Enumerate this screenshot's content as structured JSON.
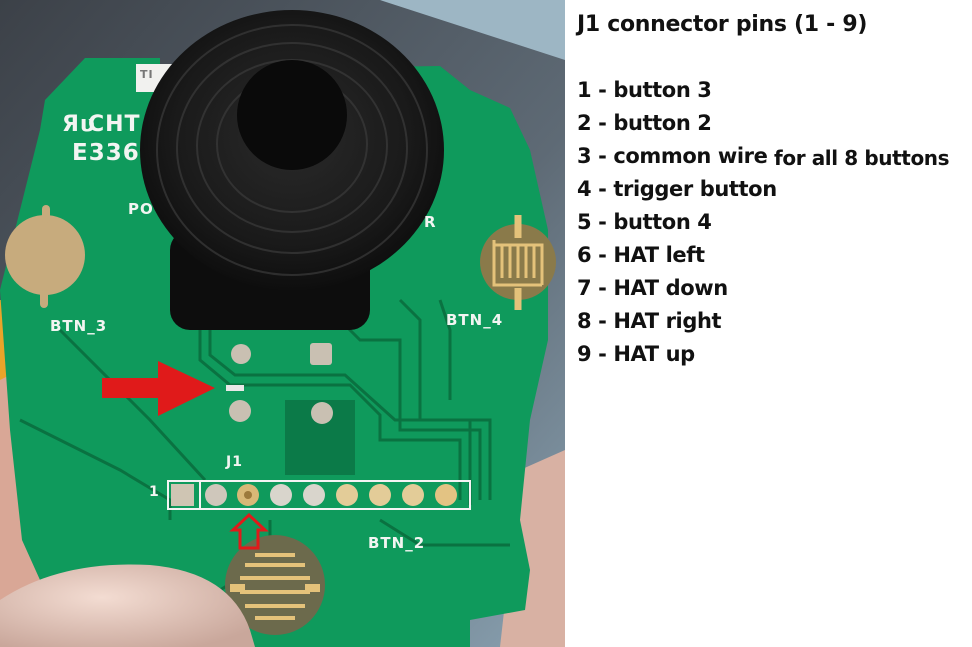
{
  "annotation_panel": {
    "title": "J1 connector pins (1 - 9)",
    "pins": [
      {
        "number": "1",
        "label": "1 - button 3",
        "extra": ""
      },
      {
        "number": "2",
        "label": "2 - button 2",
        "extra": ""
      },
      {
        "number": "3",
        "label": "3 - common wire",
        "extra": " for all 8 buttons"
      },
      {
        "number": "4",
        "label": "4 - trigger button",
        "extra": ""
      },
      {
        "number": "5",
        "label": "5 - button 4",
        "extra": ""
      },
      {
        "number": "6",
        "label": "6 - HAT left",
        "extra": ""
      },
      {
        "number": "7",
        "label": "7 - HAT down",
        "extra": ""
      },
      {
        "number": "8",
        "label": "8 - HAT right",
        "extra": ""
      },
      {
        "number": "9",
        "label": "9 - HAT up",
        "extra": ""
      }
    ]
  },
  "pcb_photo": {
    "silkscreen": {
      "ul_mark": "Яυ",
      "cht": "CHT",
      "e_code": "E336",
      "po": "PO",
      "r": "R",
      "btn3": "BTN_3",
      "btn4": "BTN_4",
      "btn2": "BTN_2",
      "j1": "J1",
      "pin1": "1",
      "tl": "TI"
    },
    "colors": {
      "pcb_green": "#0f9a5c",
      "trace_dark": "#0a6e3f",
      "pad_gold": "#d9b770",
      "arrow_red": "#e01a1a",
      "joystick_black": "#1c1c1c"
    },
    "annotations": {
      "big_arrow": "points to common wire trace",
      "small_arrow": "points to J1 pin 3"
    }
  }
}
